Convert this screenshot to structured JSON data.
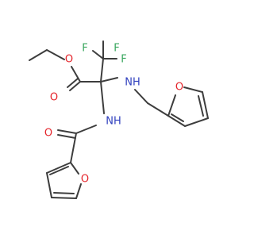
{
  "molecule": {
    "colors": {
      "bond": "#3d3d3d",
      "oxygen": "#e5242b",
      "nitrogen": "#2f3fbe",
      "fluorine": "#37a65c",
      "background": "#ffffff"
    },
    "labels": {
      "f_top_left": "F",
      "f_top_right": "F",
      "f_right": "F",
      "o_ester_alkoxy": "O",
      "o_ester_carbonyl": "O",
      "nh_top": "NH",
      "nh_mid": "NH",
      "o_furan_right": "O",
      "o_amide": "O",
      "o_furan_bottom": "O"
    }
  }
}
